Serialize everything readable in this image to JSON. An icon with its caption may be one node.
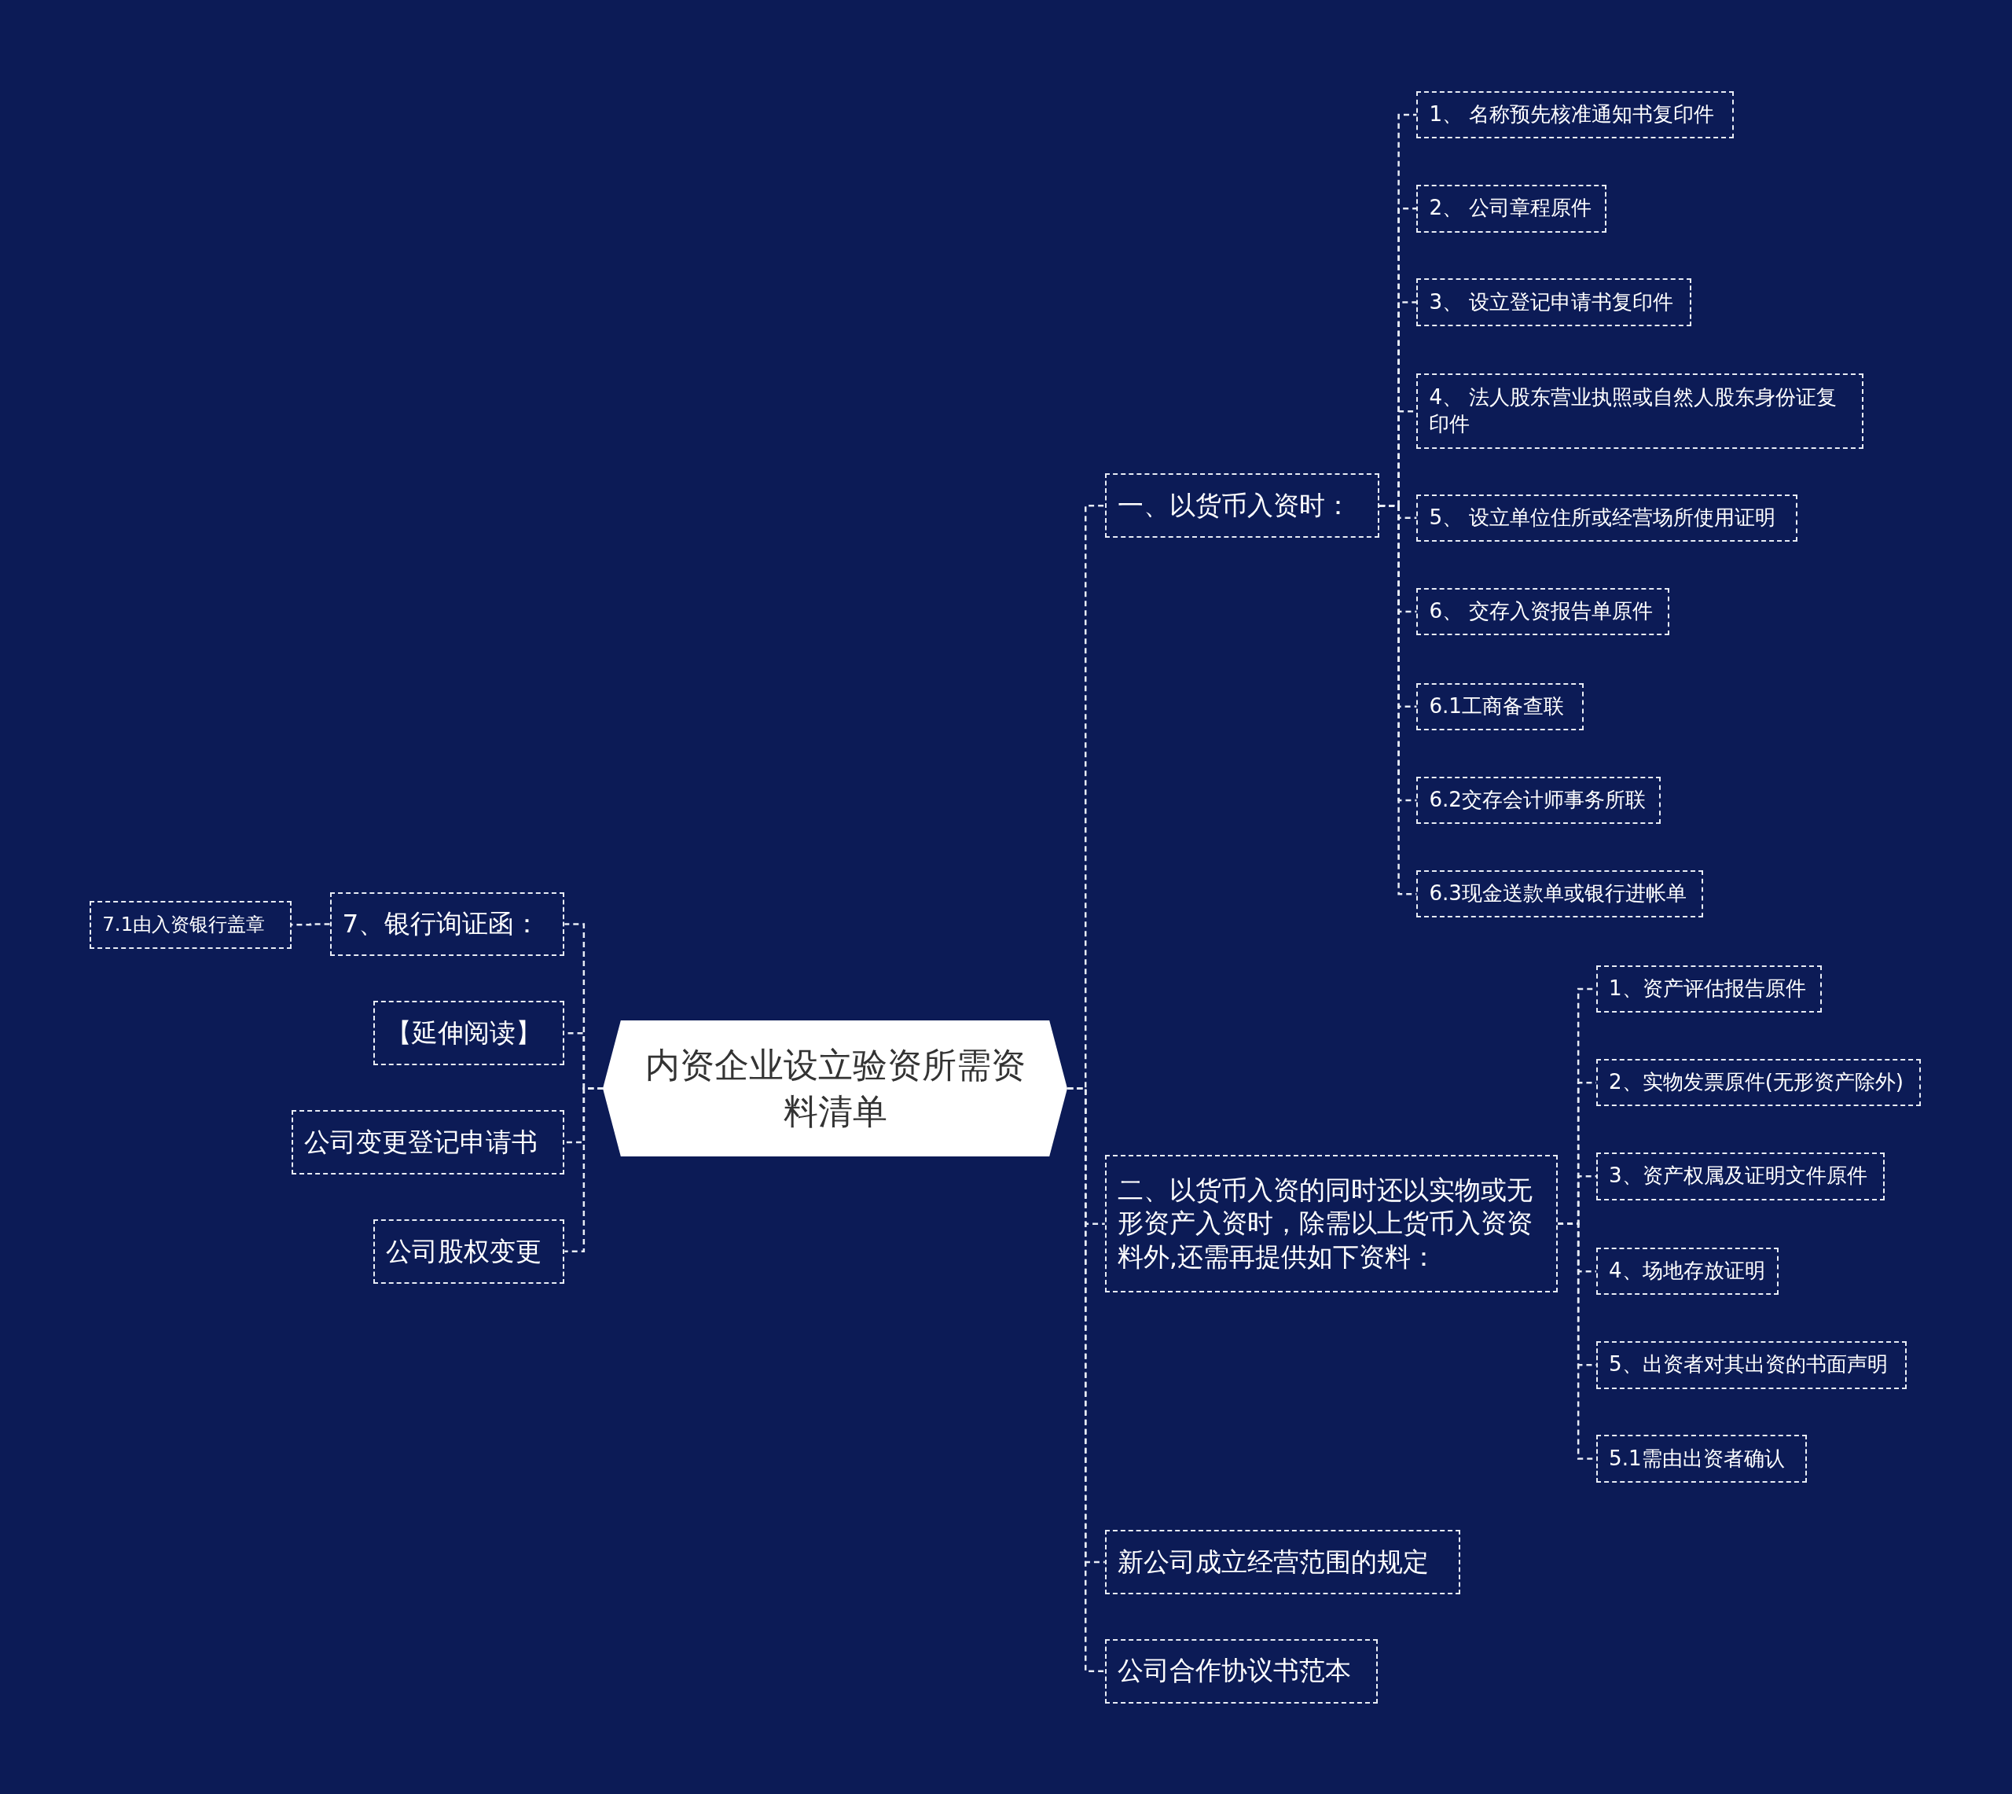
{
  "diagram": {
    "nodes": [
      {
        "text": [
          "内资企业设立验资所需资料清单"
        ]
      },
      {
        "text": [
          "一、以货币入资时："
        ]
      },
      {
        "text": [
          "1、 名称预先核准通知书复印件"
        ]
      },
      {
        "text": [
          "2、 公司章程原件"
        ]
      },
      {
        "text": [
          "3、 设立登记申请书复印件"
        ]
      },
      {
        "text": [
          "4、 法人股东营业执照或自然人股东身份证复印件"
        ]
      },
      {
        "text": [
          "5、 设立单位住所或经营场所使用证明"
        ]
      },
      {
        "text": [
          "6、 交存入资报告单原件"
        ]
      },
      {
        "text": [
          "6.1工商备查联"
        ]
      },
      {
        "text": [
          "6.2交存会计师事务所联"
        ]
      },
      {
        "text": [
          "6.3现金送款单或银行进帐单"
        ]
      },
      {
        "text": [
          "二、以货币入资的同时还以实物或无形资产入资时，除需以上货币入资资料外,还需再提供如下资料："
        ]
      },
      {
        "text": [
          "1、资产评估报告原件"
        ]
      },
      {
        "text": [
          "2、实物发票原件(无形资产除外)"
        ]
      },
      {
        "text": [
          "3、资产权属及证明文件原件"
        ]
      },
      {
        "text": [
          "4、场地存放证明"
        ]
      },
      {
        "text": [
          "5、出资者对其出资的书面声明"
        ]
      },
      {
        "text": [
          "5.1需由出资者确认"
        ]
      },
      {
        "text": [
          "新公司成立经营范围的规定"
        ]
      },
      {
        "text": [
          "公司合作协议书范本"
        ]
      },
      {
        "text": [
          "7、银行询证函："
        ]
      },
      {
        "text": [
          "7.1由入资银行盖章"
        ]
      },
      {
        "text": [
          "【延伸阅读】"
        ]
      },
      {
        "text": [
          "公司变更登记申请书"
        ]
      },
      {
        "text": [
          "公司股权变更"
        ]
      }
    ],
    "edges": [
      {
        "from": 0,
        "to": 1,
        "arrow": "none"
      },
      {
        "from": 1,
        "to": 2,
        "arrow": "none"
      },
      {
        "from": 1,
        "to": 3,
        "arrow": "none"
      },
      {
        "from": 1,
        "to": 4,
        "arrow": "none"
      },
      {
        "from": 1,
        "to": 5,
        "arrow": "none"
      },
      {
        "from": 1,
        "to": 6,
        "arrow": "none"
      },
      {
        "from": 1,
        "to": 7,
        "arrow": "none"
      },
      {
        "from": 1,
        "to": 8,
        "arrow": "none"
      },
      {
        "from": 1,
        "to": 9,
        "arrow": "none"
      },
      {
        "from": 1,
        "to": 10,
        "arrow": "none"
      },
      {
        "from": 0,
        "to": 11,
        "arrow": "none"
      },
      {
        "from": 11,
        "to": 12,
        "arrow": "none"
      },
      {
        "from": 11,
        "to": 13,
        "arrow": "none"
      },
      {
        "from": 11,
        "to": 14,
        "arrow": "none"
      },
      {
        "from": 11,
        "to": 15,
        "arrow": "none"
      },
      {
        "from": 11,
        "to": 16,
        "arrow": "none"
      },
      {
        "from": 11,
        "to": 17,
        "arrow": "none"
      },
      {
        "from": 0,
        "to": 18,
        "arrow": "none"
      },
      {
        "from": 0,
        "to": 19,
        "arrow": "none"
      },
      {
        "from": 0,
        "to": 20,
        "arrow": "none"
      },
      {
        "from": 20,
        "to": 21,
        "arrow": "none"
      },
      {
        "from": 0,
        "to": 22,
        "arrow": "none"
      },
      {
        "from": 0,
        "to": 23,
        "arrow": "none"
      },
      {
        "from": 0,
        "to": 24,
        "arrow": "none"
      }
    ]
  }
}
